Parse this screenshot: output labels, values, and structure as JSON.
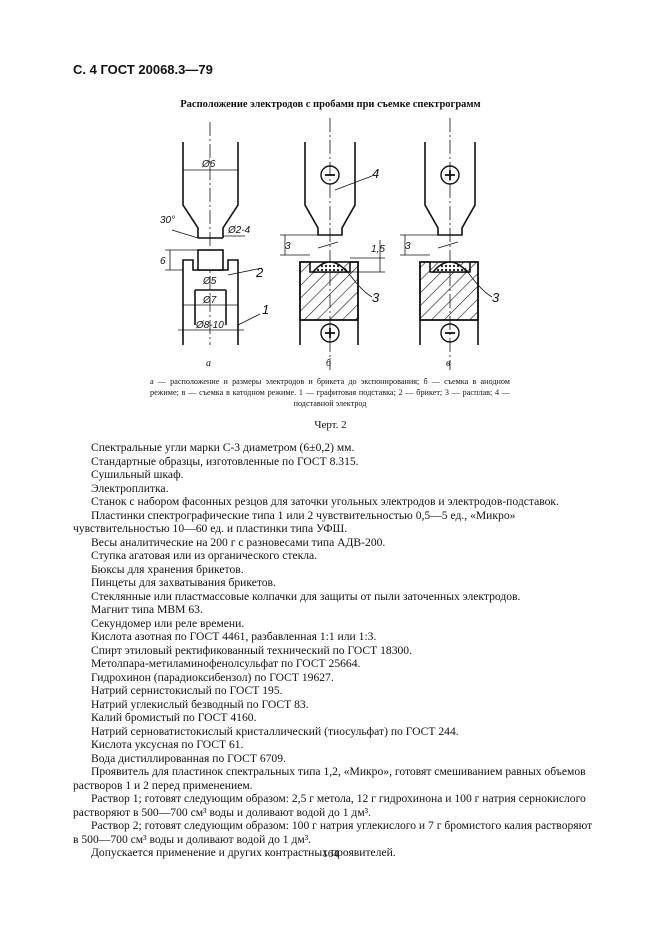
{
  "header": "С. 4 ГОСТ 20068.3—79",
  "figure": {
    "title": "Расположение электродов с пробами при съемке спектрограмм",
    "sublabels": [
      "а",
      "б",
      "в"
    ],
    "dimensions": [
      "Ø6",
      "30°",
      "Ø2-4",
      "6",
      "Ø5",
      "Ø7",
      "Ø8-10",
      "3",
      "1,5",
      "3"
    ],
    "callouts": [
      "1",
      "2",
      "3",
      "4",
      "3"
    ],
    "signs": [
      "−",
      "+",
      "+",
      "−"
    ],
    "caption": "а — расположение и размеры электродов и брикета до экспонирования; б — съемка в анодном режиме; в — съемка в катодном режиме. 1 — графитовая подставка; 2 — брикет; 3 — расплав; 4 — подставной электрод",
    "chert": "Черт. 2"
  },
  "body": [
    "Спектральные угли марки С-3 диаметром (6±0,2) мм.",
    "Стандартные образцы, изготовленные по ГОСТ 8.315.",
    "Сушильный шкаф.",
    "Электроплитка.",
    "Станок с набором фасонных резцов для заточки угольных электродов и электродов-подставок.",
    "Пластинки спектрографические типа 1 или 2 чувствительностью 0,5—5 ед., «Микро» чувствительностью 10—60 ед. и пластинки типа УФШ.",
    "Весы аналитические на 200 г с разновесами типа АДВ-200.",
    "Ступка агатовая или из органического стекла.",
    "Бюксы для хранения брикетов.",
    "Пинцеты для захватывания брикетов.",
    "Стеклянные или пластмассовые колпачки для защиты от пыли заточенных электродов.",
    "Магнит типа МВМ 63.",
    "Секундомер или реле времени.",
    "Кислота азотная по ГОСТ 4461, разбавленная 1:1 или 1:3.",
    "Спирт этиловый ректификованный технический по ГОСТ 18300.",
    "Метолпара-метиламинофенолсульфат по ГОСТ 25664.",
    "Гидрохинон (парадиоксибензол) по ГОСТ 19627.",
    "Натрий сернистокислый по ГОСТ 195.",
    "Натрий углекислый безводный по ГОСТ 83.",
    "Калий бромистый по ГОСТ 4160.",
    "Натрий серноватистокислый кристаллический (тиосульфат) по ГОСТ 244.",
    "Кислота уксусная по ГОСТ 61.",
    "Вода дистиллированная по ГОСТ 6709.",
    "Проявитель для пластинок спектральных типа 1,2, «Микро», готовят смешиванием равных объемов растворов 1 и 2 перед применением.",
    "Раствор 1; готовят следующим образом: 2,5 г метола, 12 г гидрохинона и 100 г натрия сернокислого растворяют в 500—700 см³ воды и доливают водой до 1 дм³.",
    "Раствор 2; готовят следующим образом: 100 г натрия углекислого и 7 г бромистого калия растворяют в 500—700 см³ воды и доливают водой до 1 дм³.",
    "Допускается применение и других контрастных проявителей."
  ],
  "page_number": "164"
}
